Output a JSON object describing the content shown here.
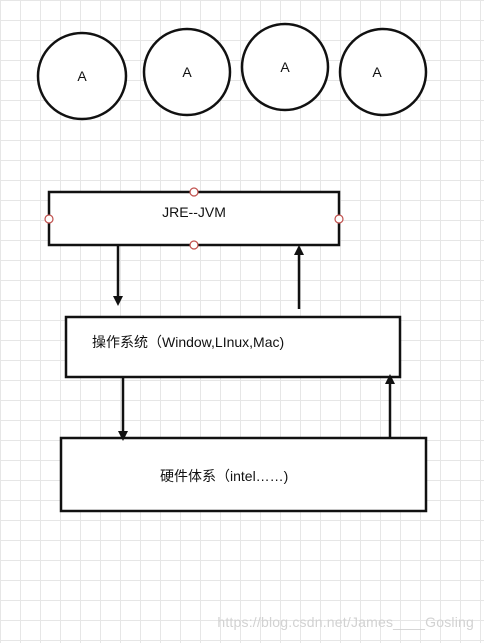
{
  "diagram": {
    "circles": [
      {
        "label": "A"
      },
      {
        "label": "A"
      },
      {
        "label": "A"
      },
      {
        "label": "A"
      }
    ],
    "boxes": {
      "jvm": {
        "label": "JRE--JVM"
      },
      "os": {
        "label": "操作系统（Window,LInux,Mac)"
      },
      "hardware": {
        "label": "硬件体系（intel……)"
      }
    }
  },
  "watermark": "https://blog.csdn.net/James____Gosling",
  "colors": {
    "stroke": "#111111",
    "grid": "#e6e6e6",
    "handle": "#c0504d",
    "watermark": "#d2d2d2"
  }
}
